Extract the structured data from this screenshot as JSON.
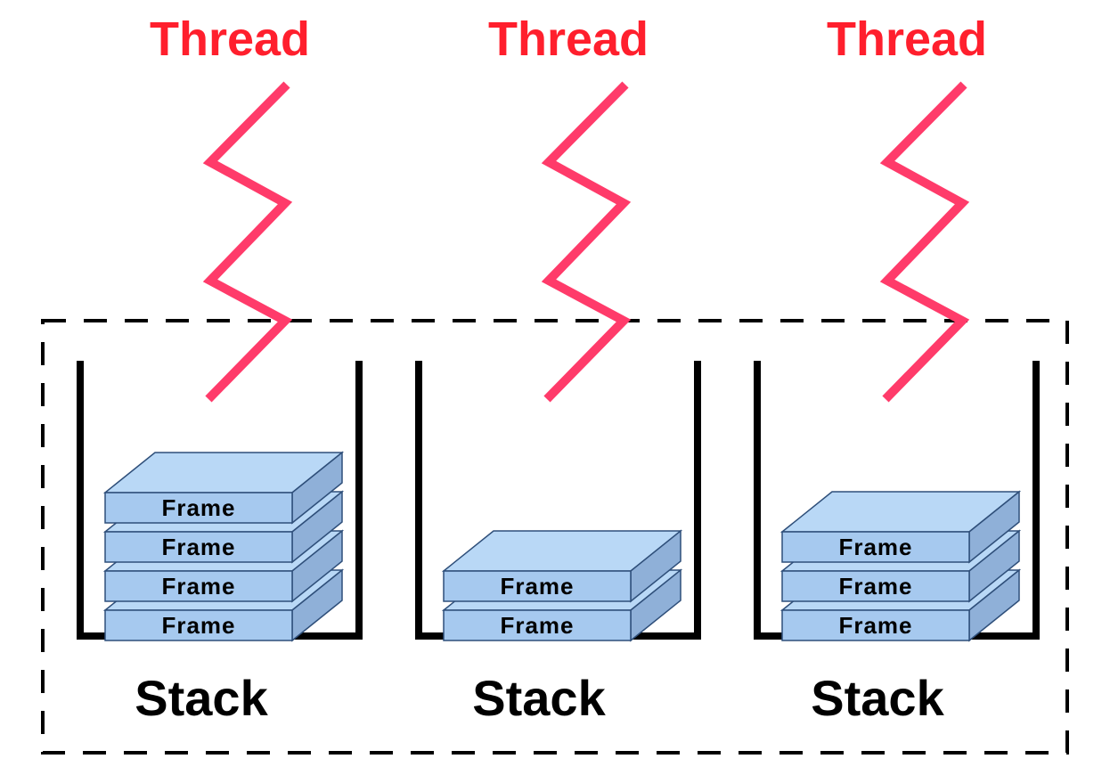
{
  "colors": {
    "thread": "#ff1f2d",
    "zigzag": "#ff3b6a",
    "frame_front": "#a6c9ef",
    "frame_top": "#b9d8f6",
    "frame_side": "#8fb0d8",
    "frame_edge": "#2f4f7a",
    "container": "#000000"
  },
  "stacks": [
    {
      "thread_label": "Thread",
      "stack_label": "Stack",
      "frames": [
        "Frame",
        "Frame",
        "Frame",
        "Frame"
      ],
      "hidden_top_frames": 1
    },
    {
      "thread_label": "Thread",
      "stack_label": "Stack",
      "frames": [
        "Frame",
        "Frame"
      ],
      "hidden_top_frames": 1
    },
    {
      "thread_label": "Thread",
      "stack_label": "Stack",
      "frames": [
        "Frame",
        "Frame",
        "Frame"
      ],
      "hidden_top_frames": 1
    }
  ]
}
